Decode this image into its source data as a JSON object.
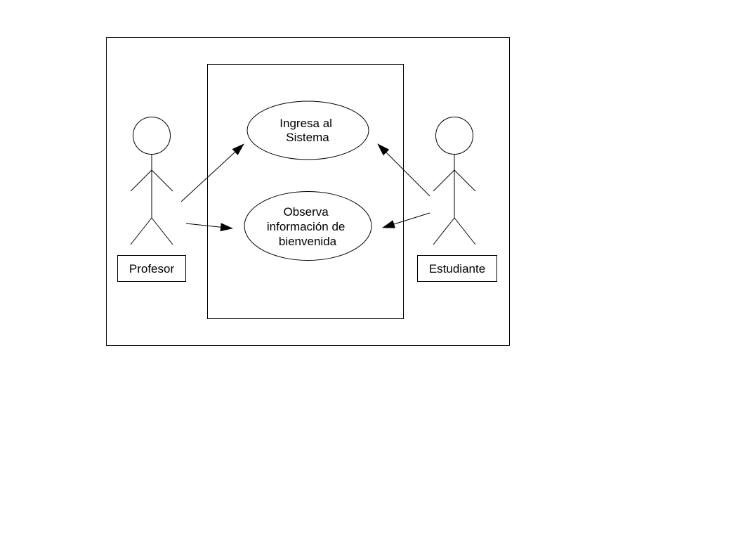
{
  "diagram": {
    "use_cases": {
      "login": {
        "lines": [
          "Ingresa al",
          "Sistema"
        ]
      },
      "welcome": {
        "lines": [
          "Observa",
          "información de",
          "bienvenida"
        ]
      }
    },
    "actors": {
      "teacher": {
        "label": "Profesor"
      },
      "student": {
        "label": "Estudiante"
      }
    },
    "colors": {
      "stroke": "#000000",
      "background": "#ffffff"
    }
  }
}
